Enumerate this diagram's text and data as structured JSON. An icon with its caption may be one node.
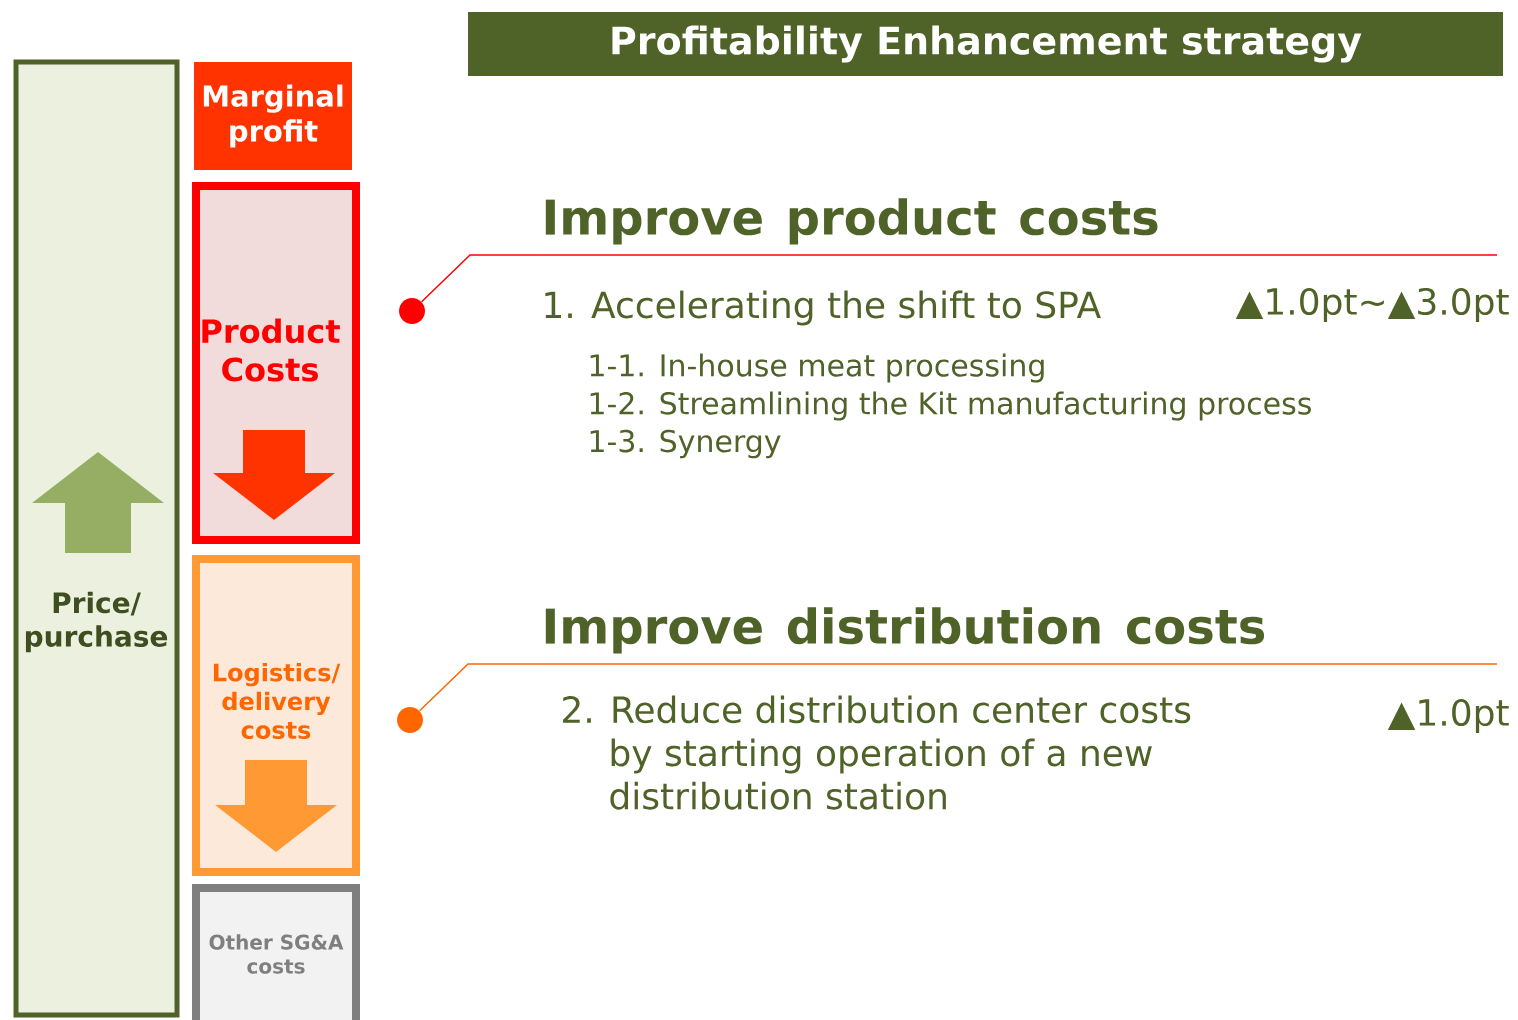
{
  "diagram": {
    "nodes": [
      {
        "text": [
          "Profitability Enhancement strategy"
        ]
      },
      {
        "text": [
          "Price/ purchase"
        ]
      },
      {
        "text": [
          "Marginal profit"
        ]
      },
      {
        "text": [
          "Product Costs"
        ]
      },
      {
        "text": [
          "Logistics/ delivery costs"
        ]
      },
      {
        "text": [
          "Other SG&A costs"
        ]
      },
      {
        "text": [],
        "shape": "circle"
      },
      {
        "text": [],
        "shape": "circle"
      },
      {
        "text": [
          "Improve product costs"
        ]
      },
      {
        "text": [
          "Improve distribution costs"
        ]
      }
    ],
    "edges": [
      {
        "from": 6,
        "to": 8,
        "arrow": "none",
        "color": "#ff0000"
      },
      {
        "from": 7,
        "to": 9,
        "arrow": "none",
        "color": "#ff6600"
      }
    ],
    "labels": [
      "1. Accelerating the shift to SPA",
      "▲1.0pt∼▲3.0pt",
      "1-1. In-house meat processing",
      "1-2. Streamlining the Kit manufacturing process",
      "1-3. Synergy",
      "2. Reduce distribution center costs by starting operation of a new distribution station",
      "▲1.0pt"
    ]
  }
}
